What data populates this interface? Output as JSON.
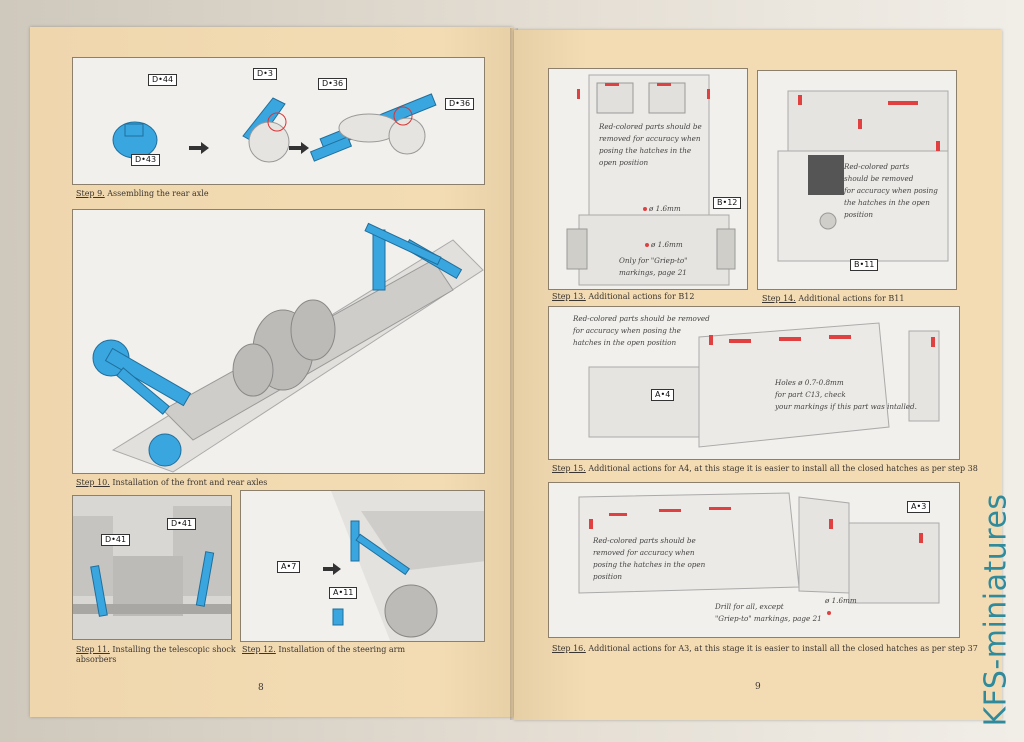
{
  "left_page": {
    "page_number": "8",
    "steps": [
      {
        "step": "Step 9.",
        "text": " Assembling the rear axle",
        "tags": [
          "D•44",
          "D•43",
          "D•3",
          "D•36",
          "D•36"
        ]
      },
      {
        "step": "Step 10.",
        "text": " Installation of the front and rear axles"
      },
      {
        "step": "Step 11.",
        "text": " Installing the telescopic shock",
        "text2": "absorbers",
        "tags": [
          "D•41",
          "D•41"
        ]
      },
      {
        "step": "Step 12.",
        "text": " Installation of the steering arm",
        "tags": [
          "A•7",
          "A•11"
        ]
      }
    ]
  },
  "right_page": {
    "page_number": "9",
    "steps": [
      {
        "step": "Step 13.",
        "text": " Additional actions for B12",
        "tags": [
          "B•12"
        ],
        "notes": [
          "Red-colored parts should be",
          "removed for accuracy when",
          "posing the hatches in the",
          "open position"
        ],
        "drill1": "ø 1.6mm",
        "drill2": "ø 1.6mm",
        "griep": [
          "Only for \"Griep-to\"",
          "markings, page 21"
        ]
      },
      {
        "step": "Step 14.",
        "text": " Additional actions for B11",
        "tags": [
          "B•11"
        ],
        "notes": [
          "Red-colored parts",
          "should be removed",
          "for accuracy when posing",
          "the hatches in the open",
          "position"
        ]
      },
      {
        "step": "Step 15.",
        "text": " Additional actions for A4, at this stage it is easier to install all the closed hatches as per step 38",
        "tags": [
          "A•4"
        ],
        "notes": [
          "Red-colored parts should be removed",
          "for accuracy when posing the",
          "hatches in the open position"
        ],
        "holes": [
          "Holes ø 0.7-0.8mm",
          "for part C13, check",
          "your markings if this part was intalled."
        ]
      },
      {
        "step": "Step 16.",
        "text": " Additional actions for A3, at this stage it is easier to install all the closed hatches as per step 37",
        "tags": [
          "A•3"
        ],
        "notes": [
          "Red-colored parts should be",
          "removed for accuracy when",
          "posing the hatches in the open",
          "position"
        ],
        "drill": [
          "Drill for all, except",
          "\"Griep-to\" markings, page 21"
        ],
        "drill_size": "ø 1.6mm"
      }
    ]
  },
  "watermark": "KFS-miniatures",
  "colors": {
    "page": "#f3dcb4",
    "part_blue": "#3aa6e0",
    "removal_red": "#e04040",
    "watermark": "#2f8a9c"
  }
}
